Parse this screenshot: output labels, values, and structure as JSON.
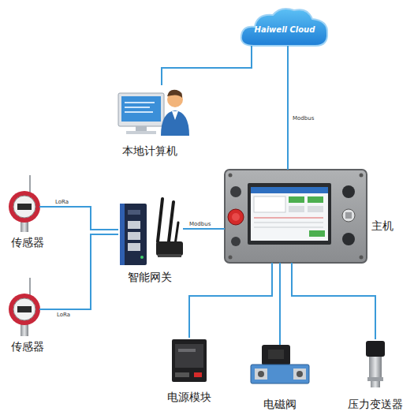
{
  "diagram": {
    "nodes": [
      {
        "text": [
          "Haiwell Cloud"
        ]
      },
      {
        "text": [
          "本地计算机"
        ]
      },
      {
        "text": [
          "主机"
        ]
      },
      {
        "text": [
          "传感器"
        ]
      },
      {
        "text": [
          "智能网关"
        ]
      },
      {
        "text": [
          "传感器"
        ]
      },
      {
        "text": [
          "电源模块"
        ]
      },
      {
        "text": [
          "电磁阀"
        ]
      },
      {
        "text": [
          "压力变送器"
        ]
      }
    ],
    "edges": [
      {
        "from": 0,
        "to": 1,
        "arrow": "none"
      },
      {
        "from": 0,
        "to": 2,
        "label": "Modbus",
        "arrow": "none"
      },
      {
        "from": 3,
        "to": 4,
        "label": "LoRa",
        "arrow": "none"
      },
      {
        "from": 5,
        "to": 4,
        "label": "LoRa",
        "arrow": "none"
      },
      {
        "from": 4,
        "to": 2,
        "label": "Modbus",
        "arrow": "none"
      },
      {
        "from": 2,
        "to": 6,
        "arrow": "none"
      },
      {
        "from": 2,
        "to": 7,
        "arrow": "none"
      },
      {
        "from": 2,
        "to": 8,
        "arrow": "none"
      }
    ]
  }
}
